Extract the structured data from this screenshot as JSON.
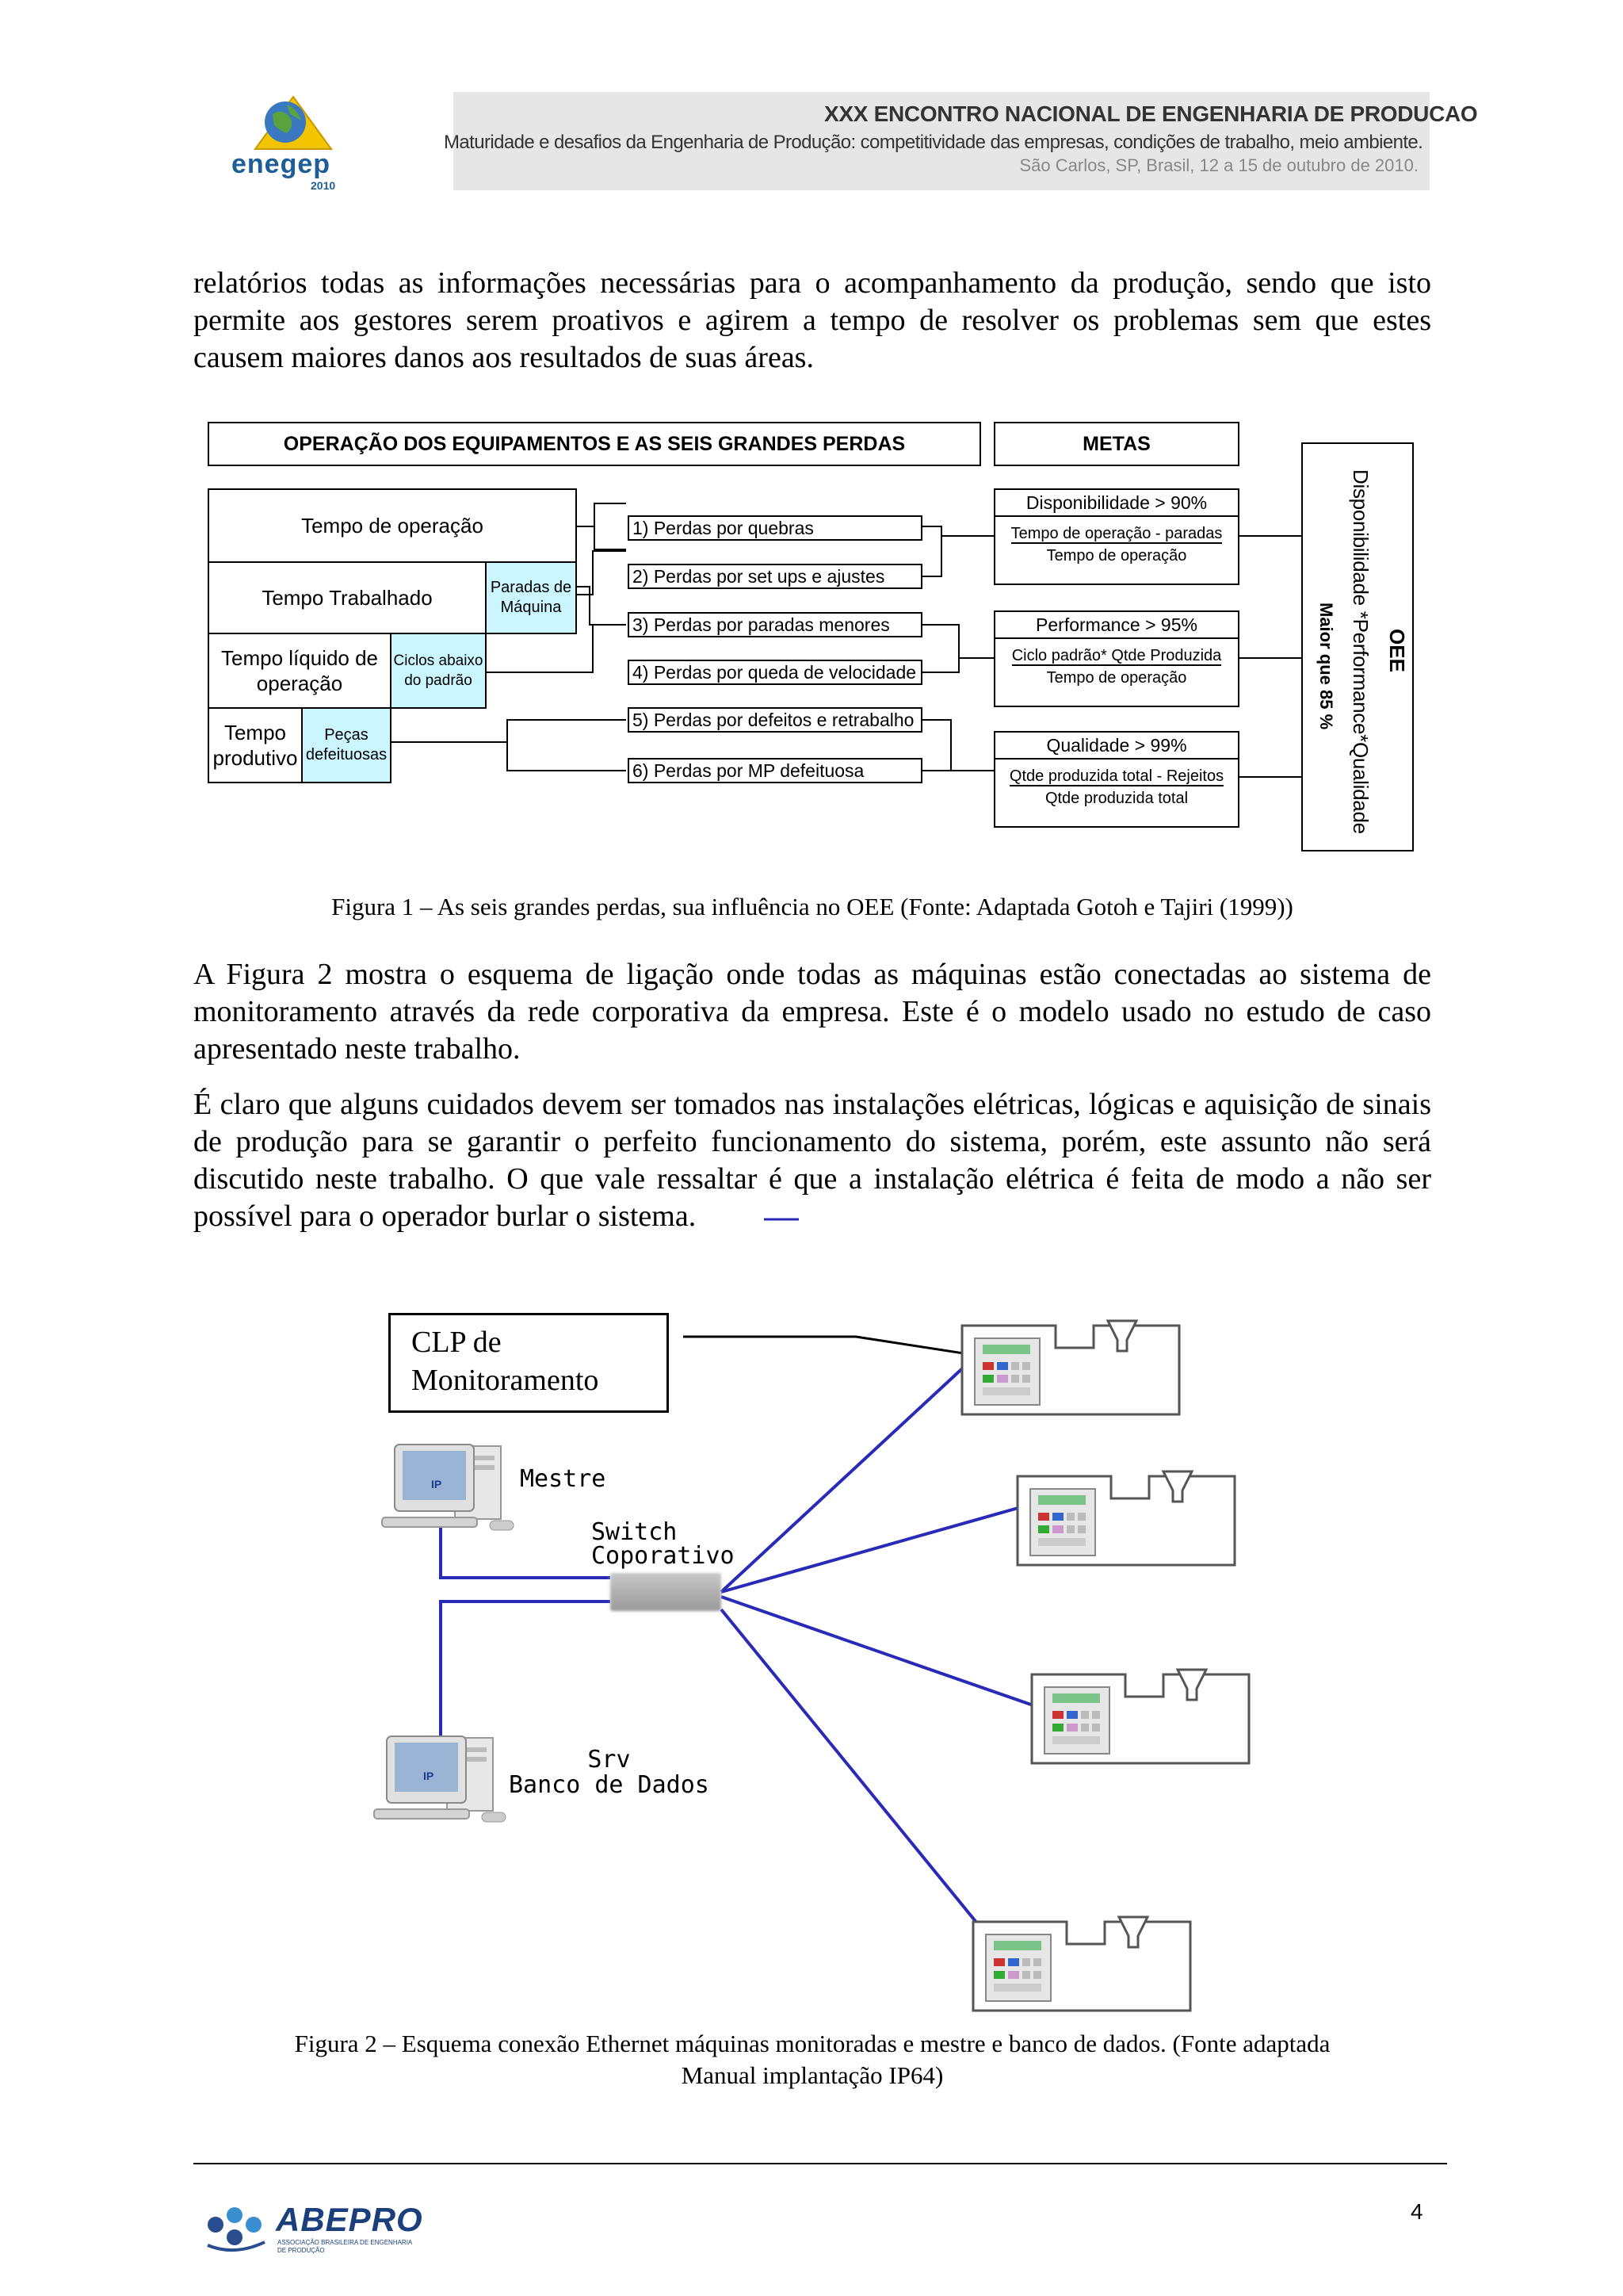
{
  "header": {
    "logo_text": "enegep",
    "logo_year": "2010",
    "title": "XXX ENCONTRO NACIONAL DE ENGENHARIA DE PRODUCAO",
    "subtitle": "Maturidade e desafios da Engenharia de Produção: competitividade das empresas, condições de trabalho, meio ambiente.",
    "place_date": "São Carlos, SP, Brasil, 12 a 15 de outubro de 2010."
  },
  "paragraphs": {
    "p1": "relatórios todas as informações necessárias para o acompanhamento da produção, sendo que isto permite aos gestores serem proativos e agirem a tempo de resolver os problemas sem que estes causem maiores danos aos resultados de suas áreas.",
    "p2": "A Figura 2 mostra o esquema de ligação onde todas as máquinas estão conectadas ao sistema de monitoramento através da rede corporativa da empresa. Este é o modelo usado no estudo de caso apresentado neste trabalho.",
    "p3": "É claro que alguns cuidados devem ser tomados nas instalações elétricas, lógicas e aquisição de sinais de produção para se garantir o perfeito funcionamento do sistema, porém, este assunto não será discutido neste trabalho. O que vale ressaltar é que a instalação elétrica é feita de modo a não ser possível para o operador burlar o sistema."
  },
  "figure1": {
    "header_left": "OPERAÇÃO DOS EQUIPAMENTOS E AS SEIS GRANDES PERDAS",
    "header_right": "METAS",
    "tempo_operacao": "Tempo de operação",
    "tempo_trabalhado": "Tempo Trabalhado",
    "paradas_maquina": "Paradas de Máquina",
    "tempo_liquido": "Tempo líquido de operação",
    "ciclos": "Ciclos abaixo do padrão",
    "tempo_produtivo": "Tempo produtivo",
    "pecas": "Peças defeituosas",
    "losses": [
      "1) Perdas por quebras",
      "2) Perdas por set ups e ajustes",
      "3) Perdas por paradas menores",
      "4) Perdas por queda de velocidade",
      "5) Perdas por defeitos e retrabalho",
      "6) Perdas por MP defeituosa"
    ],
    "metas": {
      "disp_title": "Disponibilidade > 90%",
      "disp_num": "Tempo de operação - paradas",
      "disp_den": "Tempo de operação",
      "perf_title": "Performance > 95%",
      "perf_num": "Ciclo padrão* Qtde Produzida",
      "perf_den": "Tempo de operação",
      "qual_title": "Qualidade > 99%",
      "qual_num": "Qtde produzida total - Rejeitos",
      "qual_den": "Qtde produzida total"
    },
    "oee_title": "OEE",
    "oee_formula": "Disponibilidade *Performance*Qualidade",
    "oee_target": "Maior que 85 %",
    "caption": "Figura 1 – As seis grandes perdas, sua influência no OEE (Fonte: Adaptada Gotoh e Tajiri (1999))"
  },
  "figure2": {
    "clp_label": "CLP de\nMonitoramento",
    "mestre": "Mestre",
    "switch": "Switch\nCoporativo",
    "srv": "Srv\nBanco de Dados",
    "pc_badge": "IP",
    "caption_line1": "Figura 2 – Esquema conexão Ethernet máquinas monitoradas e mestre e banco de dados. (Fonte adaptada",
    "caption_line2": "Manual implantação IP64)"
  },
  "footer": {
    "logo_text": "ABEPRO",
    "logo_sub": "ASSOCIAÇÃO BRASILEIRA DE ENGENHARIA DE PRODUÇÃO",
    "page_number": "4"
  },
  "colors": {
    "network_line": "#2a2ab8",
    "cyan_box": "#ccf6ff",
    "header_band": "#e6e6e6",
    "logo_blue": "#1d5e96"
  }
}
